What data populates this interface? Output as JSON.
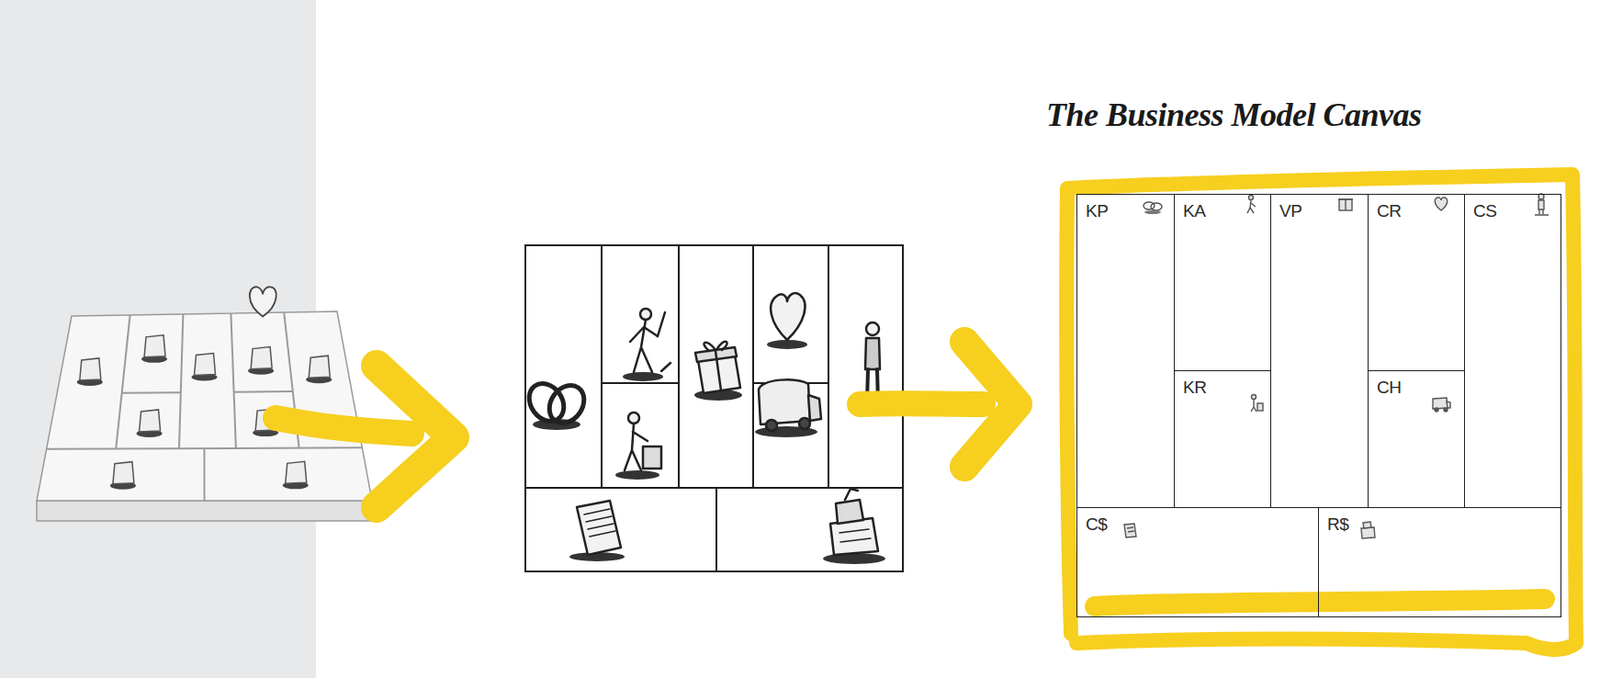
{
  "diagram": {
    "title": "The Business Model Canvas",
    "nodes": [
      {
        "text": [
          "KP"
        ]
      },
      {
        "text": [
          "KA"
        ]
      },
      {
        "text": [
          "VP"
        ]
      },
      {
        "text": [
          "CR"
        ]
      },
      {
        "text": [
          "CS"
        ]
      },
      {
        "text": [
          "KR"
        ]
      },
      {
        "text": [
          "CH"
        ]
      },
      {
        "text": [
          "C$"
        ]
      },
      {
        "text": [
          "R$"
        ]
      }
    ]
  }
}
